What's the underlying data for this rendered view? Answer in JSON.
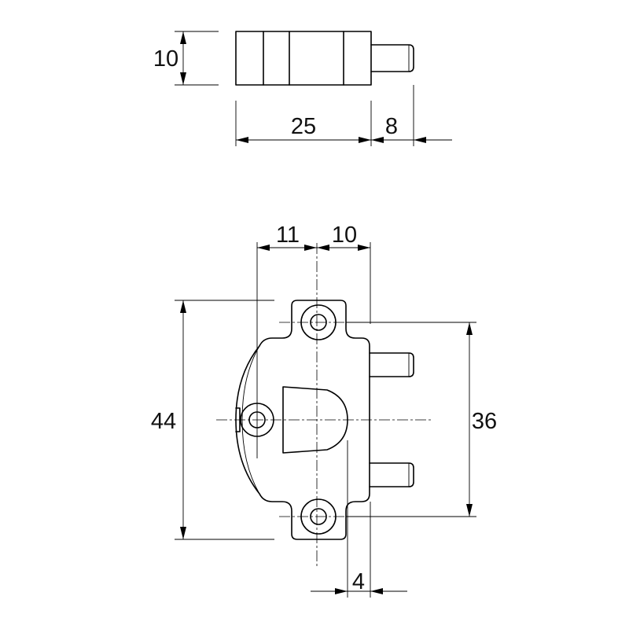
{
  "dimensions": {
    "top_height": "10",
    "top_body_length": "25",
    "top_pin_length": "8",
    "left_offset": "11",
    "right_offset": "10",
    "overall_height": "44",
    "hole_spacing": "36",
    "bottom_offset": "4"
  },
  "colors": {
    "line": "#000000",
    "background": "#ffffff"
  }
}
